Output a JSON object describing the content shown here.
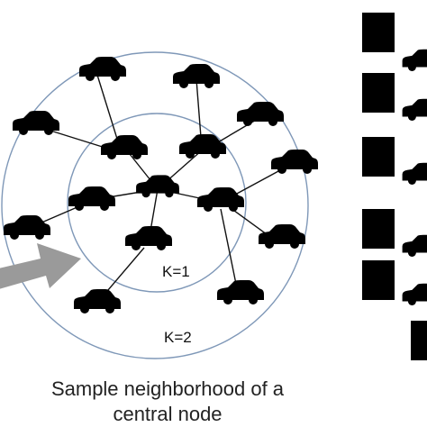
{
  "caption": {
    "line1": "Sample neighborhood of a",
    "line2": "central node"
  },
  "rings": {
    "k1_label": "K=1",
    "k2_label": "K=2"
  },
  "colors": {
    "ring": "#7f98b8",
    "neighbor_fill": "#5f97d8",
    "neighbor_stroke": "#2b5f99",
    "central_fill": "#eda97d",
    "central_stroke": "#c0703e",
    "unsampled_fill": "#ffffff",
    "unsampled_stroke": "#555555",
    "edge": "#111111",
    "arrow": "#9a9a9a"
  },
  "icons": {
    "node": "car-icon",
    "feature": "feature-stack-icon",
    "arrow": "arrow-icon"
  }
}
